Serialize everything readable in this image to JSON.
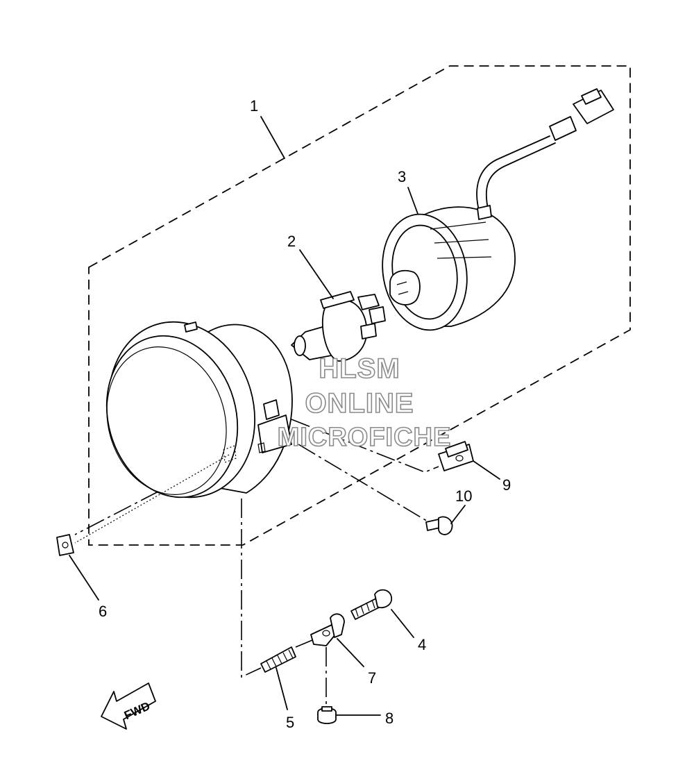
{
  "callouts": {
    "p1": "1",
    "p2": "2",
    "p3": "3",
    "p4": "4",
    "p5": "5",
    "p6": "6",
    "p7": "7",
    "p8": "8",
    "p9": "9",
    "p10": "10"
  },
  "watermark": {
    "line1": "HLSM",
    "line2": "ONLINE",
    "line3": "MICROFICHE"
  },
  "fwd_label": "FWD"
}
